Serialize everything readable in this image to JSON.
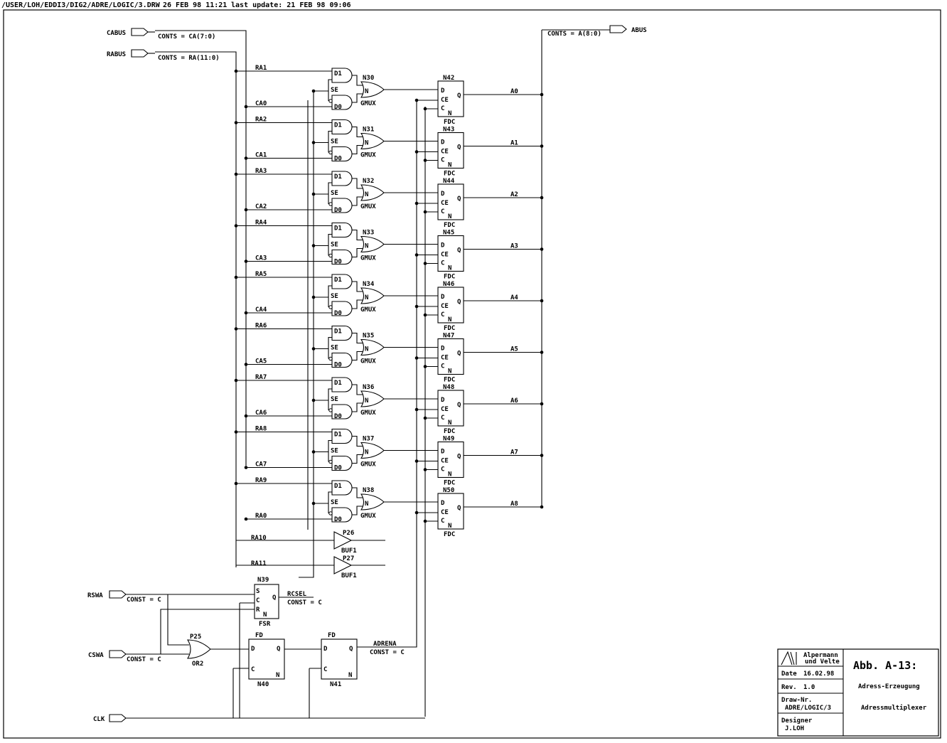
{
  "header": {
    "path": "/USER/LOH/EDDI3/DIG2/ADRE/LOGIC/3.DRW",
    "date": "26 FEB 98 11:21",
    "last_update": "last update: 21 FEB 98 09:06"
  },
  "ports": {
    "cabus": "CABUS",
    "rabus": "RABUS",
    "abus": "ABUS",
    "rswa": "RSWA",
    "cswa": "CSWA",
    "clk": "CLK"
  },
  "bus_labels": {
    "ca": "CONTS = CA(7:0)",
    "ra": "CONTS = RA(11:0)",
    "a": "CONTS = A(8:0)"
  },
  "const_labels": {
    "rswa": "CONST = C",
    "cswa": "CONST = C",
    "rcsel_const": "CONST = C",
    "adrena_const": "CONST = C"
  },
  "stages": [
    {
      "ra": "RA1",
      "ca": "CA0",
      "mux": "N30",
      "ff": "N42",
      "out": "A0"
    },
    {
      "ra": "RA2",
      "ca": "CA1",
      "mux": "N31",
      "ff": "N43",
      "out": "A1"
    },
    {
      "ra": "RA3",
      "ca": "CA2",
      "mux": "N32",
      "ff": "N44",
      "out": "A2"
    },
    {
      "ra": "RA4",
      "ca": "CA3",
      "mux": "N33",
      "ff": "N45",
      "out": "A3"
    },
    {
      "ra": "RA5",
      "ca": "CA4",
      "mux": "N34",
      "ff": "N46",
      "out": "A4"
    },
    {
      "ra": "RA6",
      "ca": "CA5",
      "mux": "N35",
      "ff": "N47",
      "out": "A5"
    },
    {
      "ra": "RA7",
      "ca": "CA6",
      "mux": "N36",
      "ff": "N48",
      "out": "A6"
    },
    {
      "ra": "RA8",
      "ca": "CA7",
      "mux": "N37",
      "ff": "N49",
      "out": "A7"
    },
    {
      "ra": "RA9",
      "ca": "RA0",
      "mux": "N38",
      "ff": "N50",
      "out": "A8"
    }
  ],
  "pin_labels": {
    "d1": "D1",
    "se": "SE",
    "d0": "D0",
    "n": "N",
    "mux_type": "GMUX",
    "d": "D",
    "ce": "CE",
    "c": "C",
    "q": "Q",
    "ff_type": "FDC",
    "s": "S",
    "r": "R",
    "fd": "FD"
  },
  "buffers": [
    {
      "net": "RA10",
      "name": "P26",
      "type": "BUF1"
    },
    {
      "net": "RA11",
      "name": "P27",
      "type": "BUF1"
    }
  ],
  "control": {
    "fsr_name": "N39",
    "fsr_type": "FSR",
    "rcsel": "RCSEL",
    "or_name": "P25",
    "or_type": "OR2",
    "fd1_name": "N40",
    "fd2_name": "N41",
    "adrena": "ADRENA"
  },
  "title_block": {
    "company_line1": "Alpermann",
    "company_line2": "und Velte",
    "figure": "Abb. A-13:",
    "date_label": "Date",
    "date_value": "16.02.98",
    "rev_label": "Rev.",
    "rev_value": "1.0",
    "drawnr_label": "Draw-Nr.",
    "drawnr_value": "ADRE/LOGIC/3",
    "designer_label": "Designer",
    "designer_value": "J.LOH",
    "title1": "Adress-Erzeugung",
    "title2": "Adressmultiplexer"
  }
}
